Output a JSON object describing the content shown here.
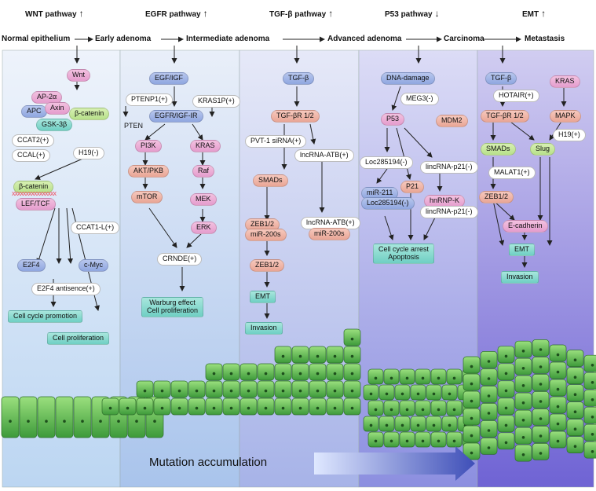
{
  "pathways": [
    {
      "name": "WNT pathway",
      "trend": "↑"
    },
    {
      "name": "EGFR pathway",
      "trend": "↑"
    },
    {
      "name": "TGF-β pathway",
      "trend": "↑"
    },
    {
      "name": "P53 pathway",
      "trend": "↓"
    },
    {
      "name": "EMT",
      "trend": "↑"
    }
  ],
  "stages": [
    "Normal epithelium",
    "Early adenoma",
    "Intermediate adenoma",
    "Advanced adenoma",
    "Carcinoma",
    "Metastasis"
  ],
  "wnt": {
    "wnt": "Wnt",
    "ap2": "AP-2α",
    "apc": "APC",
    "axin": "Axin",
    "bcat": "β-catenin",
    "gsk": "GSK-3β",
    "ccat2": "CCAT2(+)",
    "ccal": "CCAL(+)",
    "h19": "H19(-)",
    "bcat2": "β-catenin",
    "leftcf": "LEF/TCF",
    "ccat1l": "CCAT1-L(+)",
    "e2f4": "E2F4",
    "cmyc": "c-Myc",
    "e2f4as": "E2F4 antisence(+)",
    "ccp": "Cell cycle promotion",
    "cp": "Cell proliferation"
  },
  "egfr": {
    "egf": "EGF/IGF",
    "ptenp1": "PTENP1(+)",
    "kras1p": "KRAS1P(+)",
    "ir": "EGFR/IGF-IR",
    "pten": "PTEN",
    "pi3k": "PI3K",
    "kras": "KRAS",
    "akt": "AKT/PKB",
    "raf": "Raf",
    "mtor": "mTOR",
    "mek": "MEK",
    "erk": "ERK",
    "crnde": "CRNDE(+)",
    "out1": "Warburg effect",
    "out2": "Cell proliferation"
  },
  "tgf": {
    "tgfb": "TGF-β",
    "tgfbr": "TGF-βR 1/2",
    "pvt": "PVT-1 siRNA(+)",
    "atb1": "lncRNA-ATB(+)",
    "smads": "SMADs",
    "zeb": "ZEB1/2",
    "mir": "miR-200s",
    "atb2": "lncRNA-ATB(+)",
    "mir2": "miR-200s",
    "zeb2": "ZEB1/2",
    "emt": "EMT",
    "inv": "Invasion"
  },
  "p53": {
    "dd": "DNA-damage",
    "meg3": "MEG3(-)",
    "p53": "P53",
    "mdm2": "MDM2",
    "loc1": "Loc285194(-)",
    "linc1": "lincRNA-p21(-)",
    "mir211": "miR-211",
    "loc2": "Loc285194(-)",
    "p21": "P21",
    "hnrnp": "hnRNP-K",
    "linc2": "lincRNA-p21(-)",
    "out1": "Cell cycle arrest",
    "out2": "Apoptosis"
  },
  "emt": {
    "tgfb": "TGF-β",
    "kras": "KRAS",
    "hotair": "HOTAIR(+)",
    "tgfbr": "TGF-βR 1/2",
    "mapk": "MAPK",
    "h19": "H19(+)",
    "smads": "SMADs",
    "slug": "Slug",
    "malat": "MALAT1(+)",
    "zeb": "ZEB1/2",
    "ecad": "E-cadherin",
    "emt": "EMT",
    "inv": "Invasion"
  },
  "footer": "Mutation accumulation"
}
